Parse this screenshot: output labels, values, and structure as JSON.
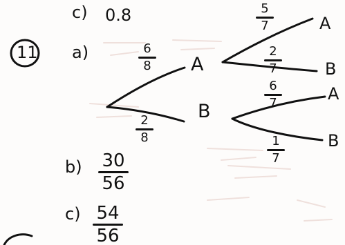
{
  "question_number": "11",
  "part_c_prev": {
    "label": "c)",
    "answer": "0.8"
  },
  "part_a": {
    "label": "a)",
    "tree": {
      "first": {
        "A": {
          "node": "A",
          "prob": {
            "num": "6",
            "den": "8"
          }
        },
        "B": {
          "node": "B",
          "prob": {
            "num": "2",
            "den": "8"
          }
        }
      },
      "second_after_A": {
        "A": {
          "outcome": "A",
          "prob": {
            "num": "5",
            "den": "7"
          }
        },
        "B": {
          "outcome": "B",
          "prob": {
            "num": "2",
            "den": "7"
          }
        }
      },
      "second_after_B": {
        "A": {
          "outcome": "A",
          "prob": {
            "num": "6",
            "den": "7"
          }
        },
        "B": {
          "outcome": "B",
          "prob": {
            "num": "1",
            "den": "7"
          }
        }
      }
    }
  },
  "part_b": {
    "label": "b)",
    "answer": {
      "num": "30",
      "den": "56"
    }
  },
  "part_c": {
    "label": "c)",
    "answer": {
      "num": "54",
      "den": "56"
    }
  }
}
